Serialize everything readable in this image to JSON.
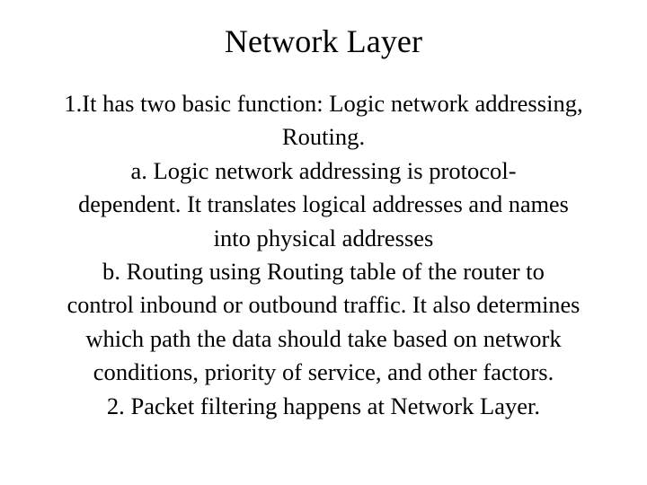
{
  "slide": {
    "title": "Network Layer",
    "background_color": "#ffffff",
    "text_color": "#000000",
    "body_lines": [
      "1.It has two basic function: Logic network addressing,",
      "Routing.",
      "a. Logic network addressing is protocol-",
      "dependent. It translates logical addresses and names",
      "into physical addresses",
      "b. Routing using Routing table of the router to",
      "control inbound or outbound traffic. It also determines",
      "which path the data should take based on network",
      "conditions, priority of service, and other factors.",
      "2. Packet filtering happens at Network Layer."
    ]
  }
}
